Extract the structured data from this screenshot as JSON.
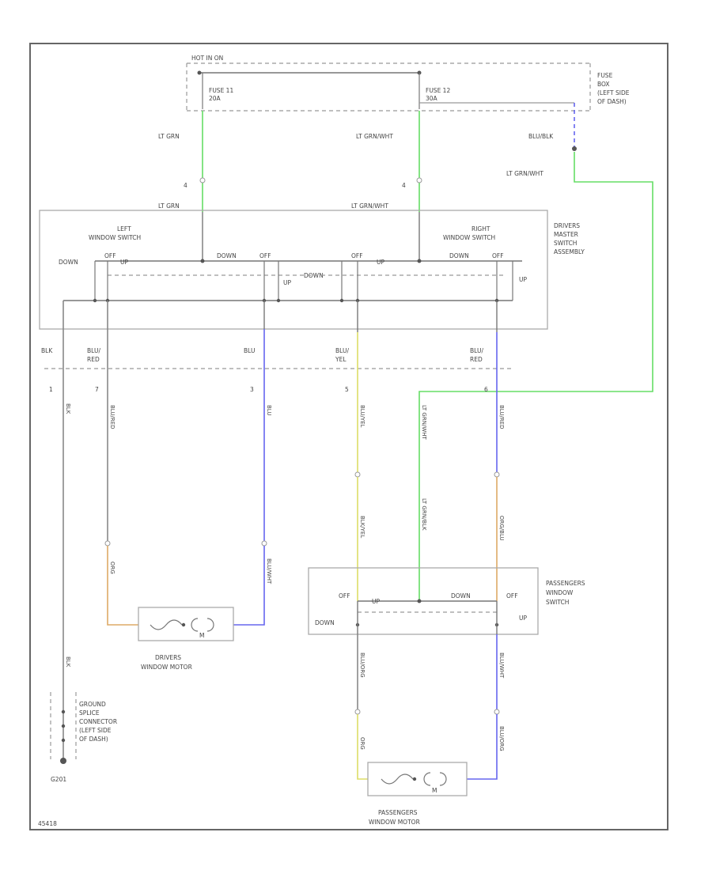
{
  "colors": {
    "ltgrn": "#66dd66",
    "blu": "#6666ee",
    "yel": "#dddd66",
    "org": "#ddaa66",
    "blk": "#888888",
    "frame": "#666666"
  },
  "top": {
    "hot_label": "HOT IN ON",
    "fuse11": [
      "FUSE 11",
      "20A"
    ],
    "fuse12": [
      "FUSE 12",
      "30A"
    ],
    "fuse_box": [
      "FUSE",
      "BOX",
      "(LEFT SIDE",
      "OF DASH)"
    ]
  },
  "wires": {
    "lt_grn_upper": "LT GRN",
    "lt_grn_lower": "LT GRN",
    "lt_grn_wht_upper": "LT GRN/WHT",
    "lt_grn_wht_lower": "LT GRN/WHT",
    "lt_grn_wht_right": "LT GRN/WHT",
    "blu_blk": "BLU/BLK",
    "pin4_left": "4",
    "pin4_mid": "4",
    "blk": "BLK",
    "blu_red_left": [
      "BLU/",
      "RED"
    ],
    "blu_mid": "BLU",
    "blu_yel": [
      "BLU/",
      "YEL"
    ],
    "blu_red_right": [
      "BLU/",
      "RED"
    ],
    "pin1": "1",
    "pin7": "7",
    "pin3": "3",
    "pin5": "5",
    "pin6": "6",
    "v_blk": "BLK",
    "v_blu_red": "BLU/RED",
    "v_blu": "BLU",
    "v_blu_yel": "BLU/YEL",
    "v_lt_grn_wht": "LT GRN/WHT",
    "v_blu_red_r": "BLU/RED",
    "v_org": "ORG",
    "v_blu2": "BLU/WHT",
    "v_blk_yel": "BLK/YEL",
    "v_lt_grn": "LT GRN/BLK",
    "v_org_blu": "ORG/BLU",
    "v_blu_org": "BLU/ORG",
    "v_blu_wht2": "BLU/WHT",
    "v_org2": "ORG",
    "v_blu3": "BLU/ORG",
    "v_blk2": "BLK"
  },
  "master": {
    "left_switch": [
      "LEFT",
      "WINDOW SWITCH"
    ],
    "right_switch": [
      "RIGHT",
      "WINDOW SWITCH"
    ],
    "assembly": [
      "DRIVERS",
      "MASTER",
      "SWITCH",
      "ASSEMBLY"
    ],
    "down_left": "DOWN",
    "off_left": "OFF",
    "up_left": "UP",
    "down_mid": "DOWN",
    "off_mid": "OFF",
    "up_mid": "UP",
    "down_mid2": "DOWN",
    "off_r1": "OFF",
    "up_r": "UP",
    "down_r": "DOWN",
    "off_r2": "OFF",
    "up_r2": "UP"
  },
  "passenger_switch": {
    "label": [
      "PASSENGERS",
      "WINDOW",
      "SWITCH"
    ],
    "off_l": "OFF",
    "up_l": "UP",
    "down_l": "DOWN",
    "down_r": "DOWN",
    "off_r": "OFF",
    "up_r": "UP"
  },
  "motors": {
    "driver": [
      "DRIVERS",
      "WINDOW MOTOR"
    ],
    "passenger": [
      "PASSENGERS",
      "WINDOW MOTOR"
    ],
    "m": "M"
  },
  "ground": {
    "splice": [
      "GROUND",
      "SPLICE",
      "CONNECTOR",
      "(LEFT SIDE",
      "OF DASH)"
    ],
    "g": "G201"
  },
  "footer_code": "45418"
}
